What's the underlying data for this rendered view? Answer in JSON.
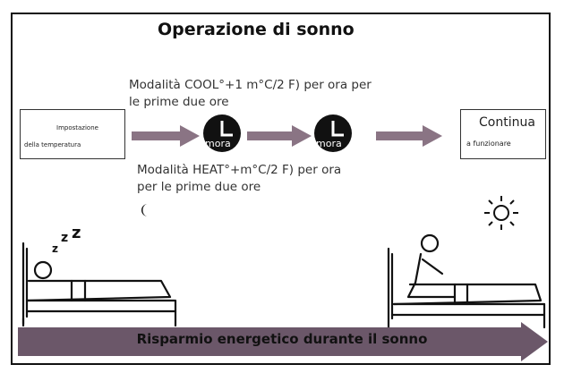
{
  "title": "Operazione di sonno",
  "cool_note": {
    "line1": "Modalità COOL°+1 m°C/2 F) per ora per",
    "line2": "le prime due ore"
  },
  "heat_note": {
    "line1": "Modalità HEAT°+m°C/2 F) per ora",
    "line2": "per le prime due ore"
  },
  "start_box": {
    "line1": "Impostazione",
    "line2": "della temperatura"
  },
  "end_box": {
    "line1": "Continua",
    "line2": "a funzionare"
  },
  "clock_label": "mora",
  "bottom_banner": "Risparmio energetico durante il sonno",
  "sleep_text": "z z z",
  "colors": {
    "arrow": "#8a7484",
    "banner": "#6b5769",
    "clock": "#111111",
    "frame": "#111111"
  },
  "icons": [
    "moon-icon",
    "sun-icon",
    "clock-icon",
    "sleeping-person-icon",
    "awake-person-icon"
  ]
}
